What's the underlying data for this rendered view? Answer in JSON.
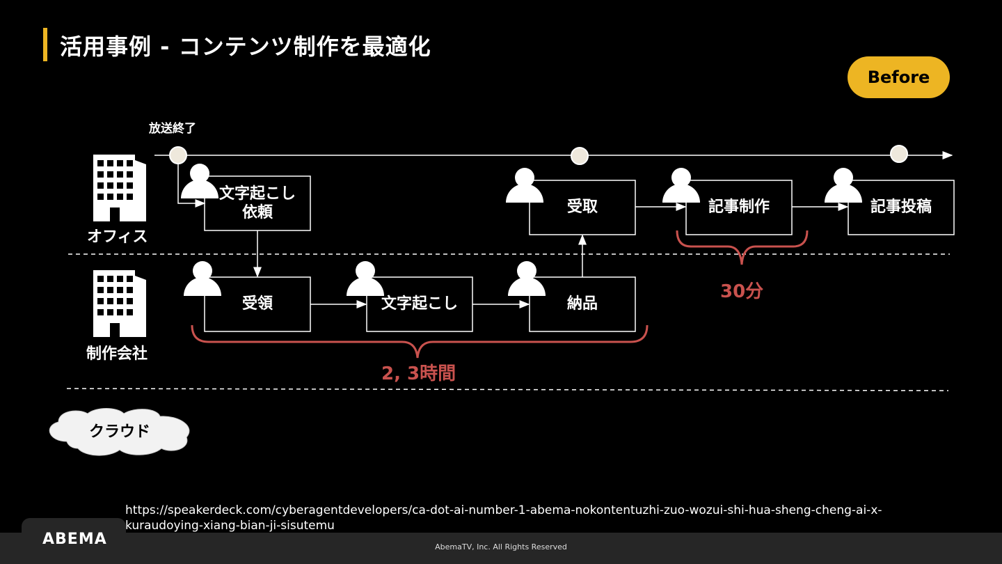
{
  "header": {
    "title": "活用事例 - コンテンツ制作を最適化",
    "badge": "Before"
  },
  "timeline": {
    "start_label": "放送終了"
  },
  "lanes": {
    "office": "オフィス",
    "production": "制作会社",
    "cloud": "クラウド"
  },
  "steps": {
    "request": "文字起こし\n依頼",
    "receive_order": "受領",
    "transcribe": "文字起こし",
    "deliver": "納品",
    "receive": "受取",
    "article_create": "記事制作",
    "article_post": "記事投稿"
  },
  "durations": {
    "production": "2, 3時間",
    "article": "30分"
  },
  "source_url": "https://speakerdeck.com/cyberagentdevelopers/ca-dot-ai-number-1-abema-nokontentuzhi-zuo-wozui-shi-hua-sheng-cheng-ai-x-kuraudoying-xiang-bian-ji-sisutemu",
  "footer": {
    "logo": "ABEMA",
    "copyright": "AbemaTV, Inc. All Rights Reserved"
  },
  "colors": {
    "accent": "#EDB523",
    "duration": "#C9524E",
    "background": "#000000"
  }
}
